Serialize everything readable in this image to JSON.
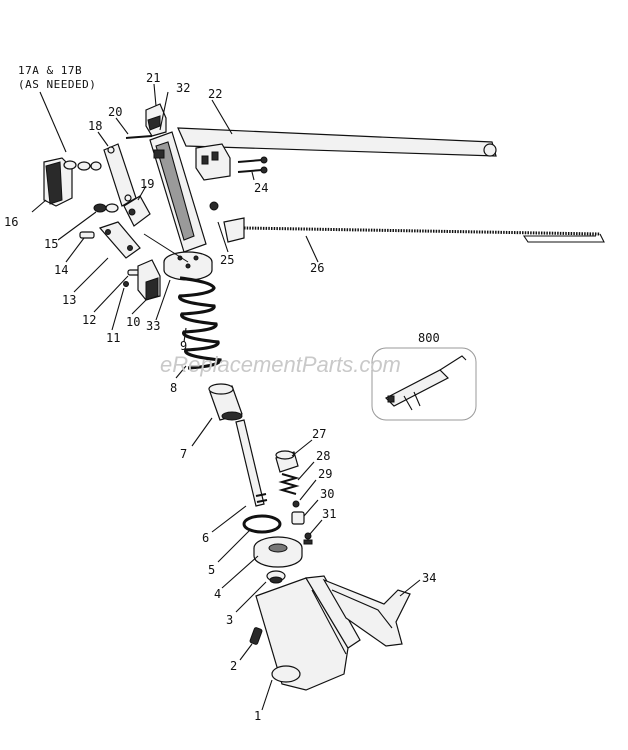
{
  "notes": {
    "line1": "17A & 17B",
    "line2": "(AS NEEDED)"
  },
  "watermark": "eReplacementParts.com",
  "labels": {
    "p1": "1",
    "p2": "2",
    "p3": "3",
    "p4": "4",
    "p5": "5",
    "p6": "6",
    "p7": "7",
    "p8": "8",
    "p9": "9",
    "p10": "10",
    "p11": "11",
    "p12": "12",
    "p13": "13",
    "p14": "14",
    "p15": "15",
    "p16": "16",
    "p18": "18",
    "p19": "19",
    "p20": "20",
    "p21": "21",
    "p22": "22",
    "p24": "24",
    "p25": "25",
    "p26": "26",
    "p27": "27",
    "p28": "28",
    "p29": "29",
    "p30": "30",
    "p31": "31",
    "p32": "32",
    "p33": "33",
    "p34": "34",
    "p800": "800"
  }
}
